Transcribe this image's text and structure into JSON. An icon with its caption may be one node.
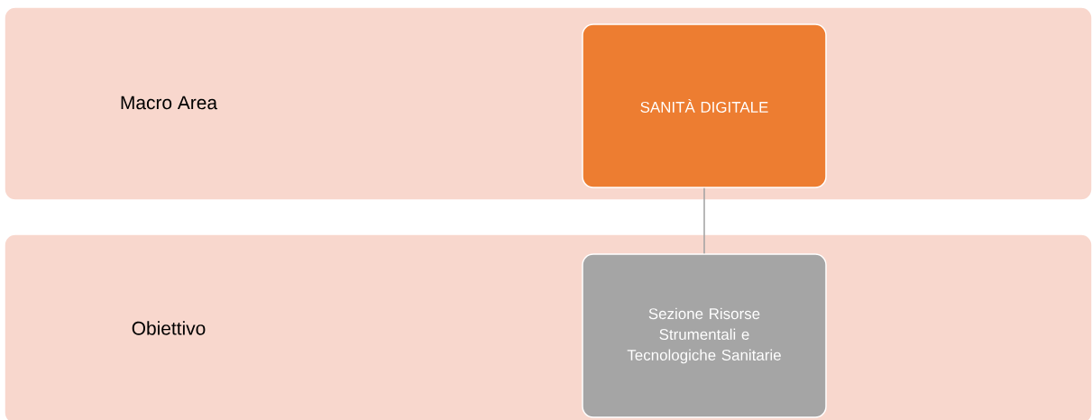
{
  "diagram": {
    "nodes": [
      {
        "text": [
          "Macro Area"
        ]
      },
      {
        "text": [
          "SANITÀ DIGITALE"
        ],
        "in": 0
      },
      {
        "text": [
          "Obiettivo"
        ]
      },
      {
        "text": [
          "Sezione Risorse Strumentali e Tecnologiche Sanitarie"
        ],
        "in": 2
      }
    ],
    "edges": [
      {
        "from": 1,
        "to": 3,
        "arrow": "none"
      }
    ]
  }
}
